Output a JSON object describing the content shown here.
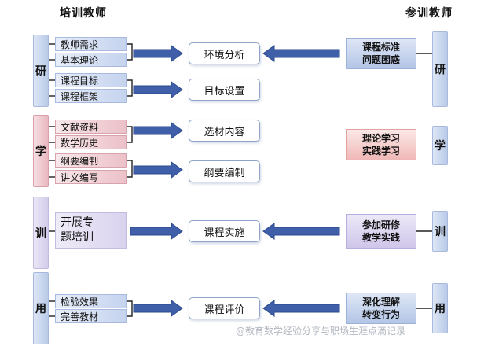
{
  "headers": {
    "left": "培训教师",
    "right": "参训教师"
  },
  "sections": [
    {
      "key": "yan",
      "label": "研",
      "items": [
        "教师需求",
        "基本理论",
        "课程目标",
        "课程框架"
      ],
      "centers": [
        "环境分析",
        "目标设置"
      ],
      "right_box": "课程标准\n问题困惑",
      "right_label": "研"
    },
    {
      "key": "xue",
      "label": "学",
      "items": [
        "文献资料",
        "数学历史",
        "纲要编制",
        "讲义编写"
      ],
      "centers": [
        "选材内容",
        "纲要编制"
      ],
      "right_box": "理论学习\n实践学习",
      "right_label": "学"
    },
    {
      "key": "xun",
      "label": "训",
      "items": [
        "开展专\n题培训"
      ],
      "centers": [
        "课程实施"
      ],
      "right_box": "参加研修\n教学实践",
      "right_label": "训"
    },
    {
      "key": "yong",
      "label": "用",
      "items": [
        "检验效果",
        "完善教材"
      ],
      "centers": [
        "课程评价"
      ],
      "right_box": "深化理解\n转变行为",
      "right_label": "用"
    }
  ],
  "watermark": "@教育数学经验分享与职场生涯点滴记录",
  "colors": {
    "arrow_fill": "#3f5fa8",
    "arrow_stroke": "#2c4a8f",
    "connector": "#222222"
  }
}
